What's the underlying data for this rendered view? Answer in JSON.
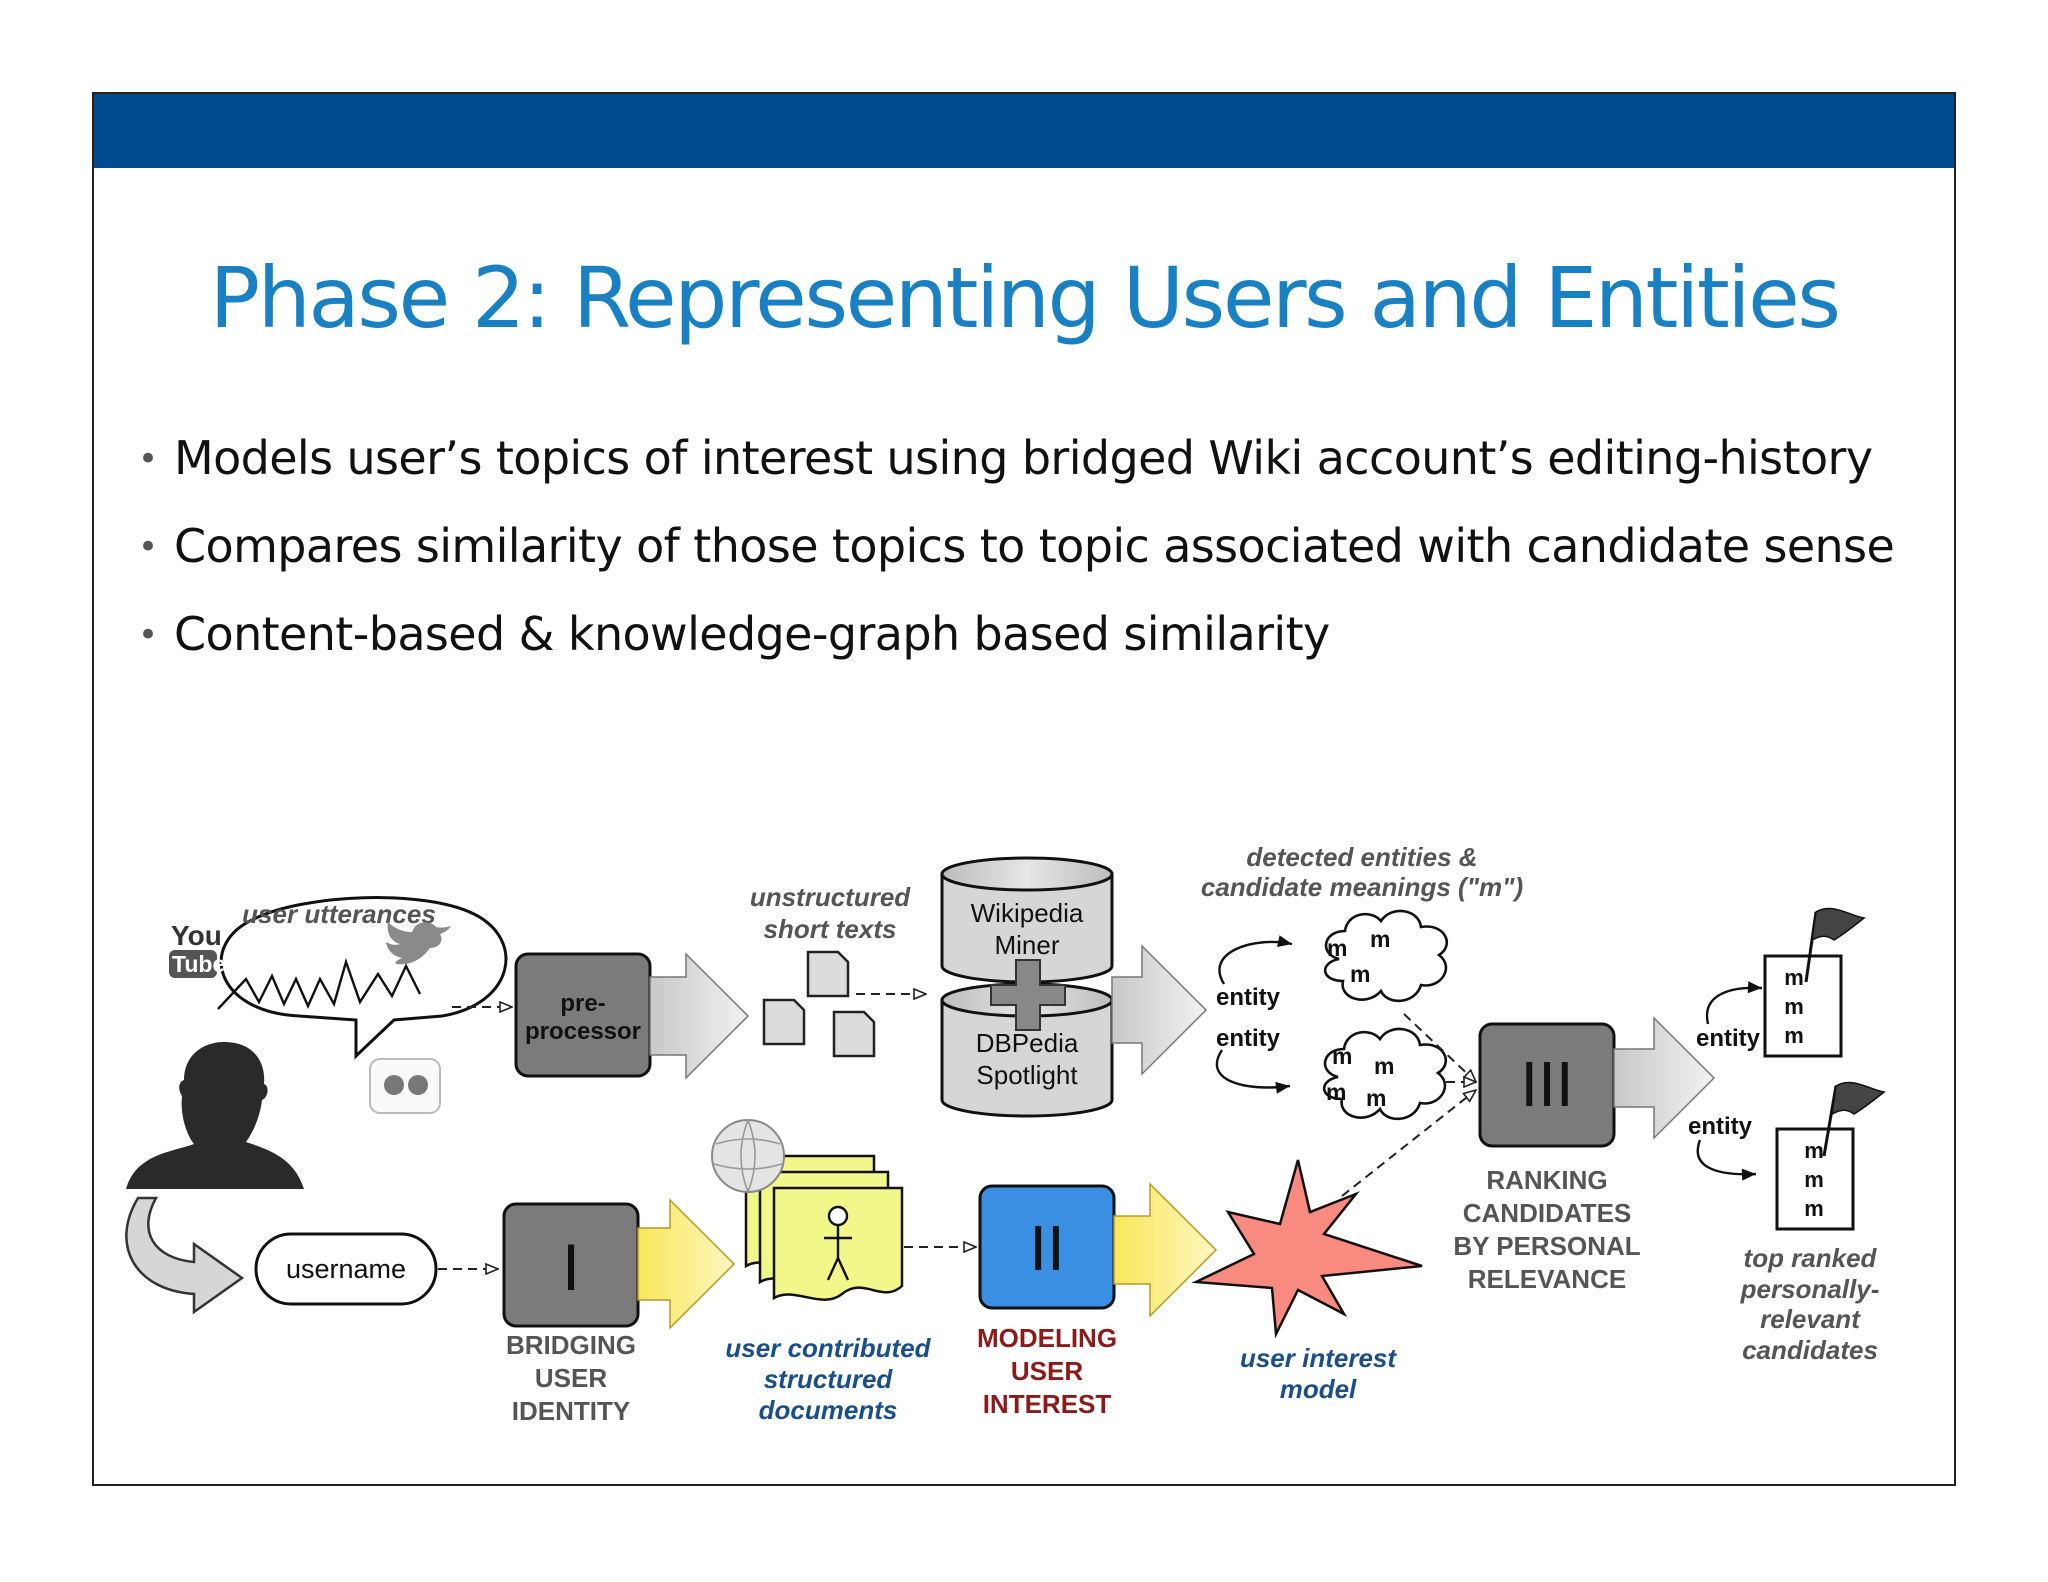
{
  "slide": {
    "title": "Phase 2: Representing Users and Entities",
    "bullets": [
      "Models user’s topics of interest using bridged Wiki account’s editing-history",
      "Compares similarity of those topics to topic associated with candidate sense",
      "Content-based & knowledge-graph based similarity"
    ],
    "colors": {
      "header_band": "#004b8f",
      "title": "#1a80c4"
    }
  },
  "diagram": {
    "user_utterances": "user utterances",
    "youtube_logo": [
      "You",
      "Tube"
    ],
    "preprocessor": [
      "pre-",
      "processor"
    ],
    "unstructured_short_texts": [
      "unstructured",
      "short texts"
    ],
    "wikipedia_miner": [
      "Wikipedia",
      "Miner"
    ],
    "dbpedia_spotlight": [
      "DBPedia",
      "Spotlight"
    ],
    "detected_entities": [
      "detected entities &",
      "candidate meanings (\"m\")"
    ],
    "entity": "entity",
    "m": "m",
    "stage1_numeral": "I",
    "stage2_numeral": "II",
    "stage3_numeral": "III",
    "username": "username",
    "bridging_user_identity": [
      "BRIDGING",
      "USER",
      "IDENTITY"
    ],
    "user_contributed_documents": [
      "user contributed",
      "structured",
      "documents"
    ],
    "modeling_user_interest": [
      "MODELING",
      "USER",
      "INTEREST"
    ],
    "user_interest_model": [
      "user interest",
      "model"
    ],
    "ranking_candidates": [
      "RANKING",
      "CANDIDATES",
      "BY PERSONAL",
      "RELEVANCE"
    ],
    "top_ranked": [
      "top ranked",
      "personally-",
      "relevant",
      "candidates"
    ],
    "colors": {
      "blue_label": "#1b4f8a",
      "red_label": "#8b1a1a",
      "gray_label": "#555555",
      "stage_gray": "#7b7b7b",
      "stage_blue": "#3b8fe3",
      "doc_yellow": "#f2f78a",
      "star_pink": "#f98a80"
    }
  }
}
